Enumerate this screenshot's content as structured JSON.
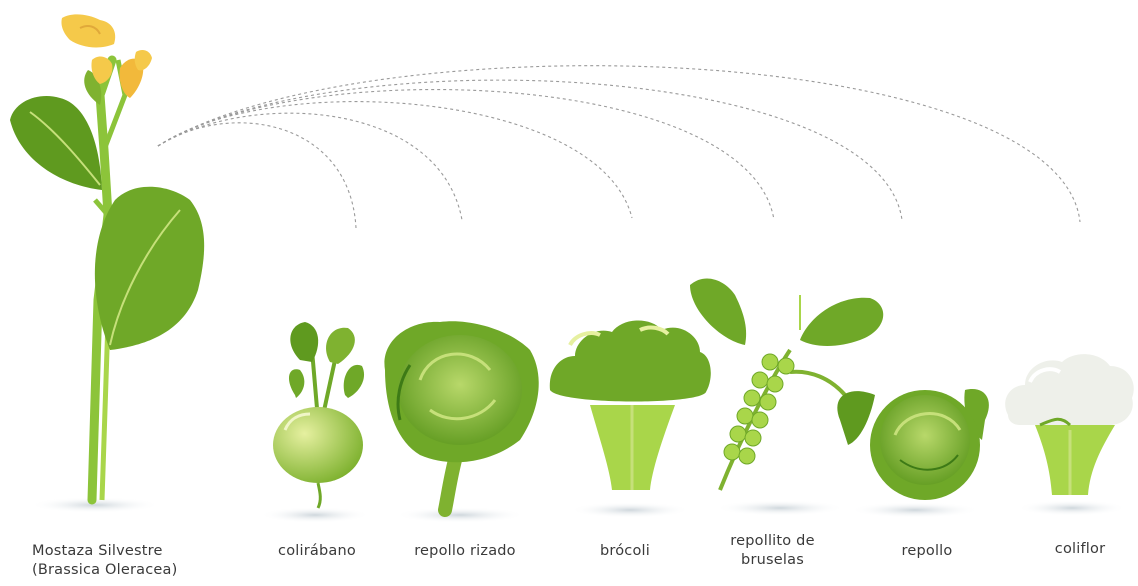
{
  "source": {
    "line1": "Mostaza Silvestre",
    "line2": "(Brassica Oleracea)"
  },
  "vegetables": [
    {
      "label": "colirábano"
    },
    {
      "label": "repollo rizado"
    },
    {
      "label": "brócoli"
    },
    {
      "label_line1": "repollito de",
      "label_line2": "bruselas"
    },
    {
      "label": "repollo"
    },
    {
      "label": "coliflor"
    }
  ],
  "colors": {
    "leaf_dark": "#5f9a1f",
    "leaf_mid": "#8cc43a",
    "leaf_light": "#c6e07a",
    "flower": "#f5c94a",
    "cauliflower": "#eef0ea",
    "connector": "#9a9a9a"
  }
}
